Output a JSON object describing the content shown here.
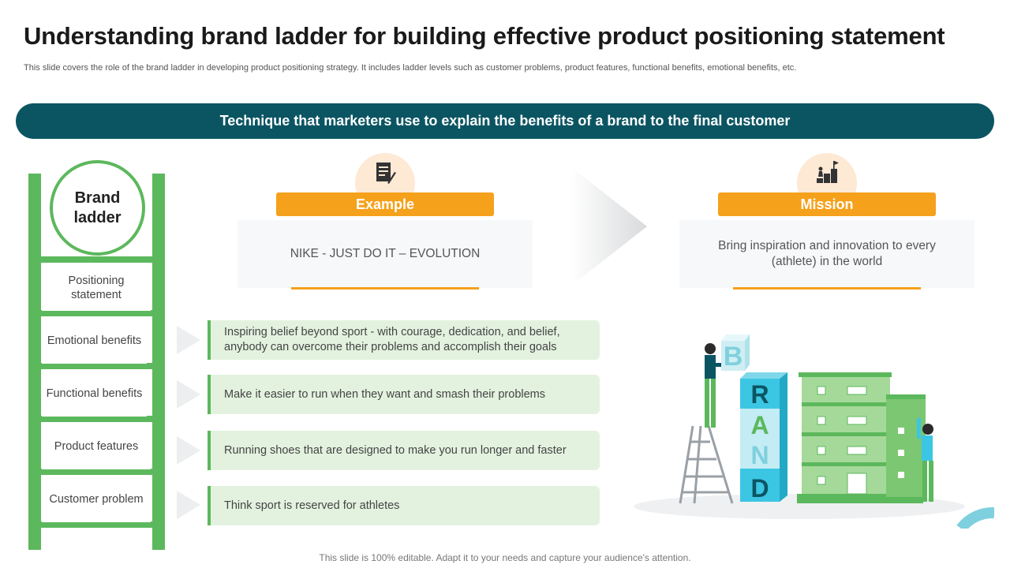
{
  "slide": {
    "title": "Understanding brand ladder for building effective product positioning statement",
    "subtitle": "This slide covers the role of the brand ladder in developing product positioning strategy. It includes ladder levels such as customer problems, product features, functional benefits, emotional benefits, etc.",
    "banner": "Technique that marketers use to explain the benefits of a brand to the final customer",
    "footer": "This slide is 100% editable. Adapt it to your needs and capture your audience's attention."
  },
  "ladder": {
    "title": "Brand ladder",
    "levels": [
      "Positioning statement",
      "Emotional benefits",
      "Functional benefits",
      "Product features",
      "Customer problem"
    ]
  },
  "example": {
    "label": "Example",
    "text": "NIKE - JUST DO IT – EVOLUTION",
    "icon": "document-pen-icon"
  },
  "mission": {
    "label": "Mission",
    "text": "Bring inspiration and innovation to every (athlete) in the world",
    "icon": "growth-steps-flag-icon"
  },
  "benefits": [
    "Inspiring belief beyond sport - with courage, dedication, and belief, anybody can overcome their problems and accomplish their goals",
    "Make it easier to run when they want and smash their problems",
    "Running shoes that are designed to make you run longer and faster",
    "Think sport is reserved for athletes"
  ],
  "illustration": {
    "letters": [
      "B",
      "R",
      "A",
      "N",
      "D"
    ]
  },
  "colors": {
    "teal": "#0b5563",
    "green": "#5cb85c",
    "orange": "#f5a11c",
    "light_green": "#e3f2df",
    "peach": "#fde9d4"
  }
}
